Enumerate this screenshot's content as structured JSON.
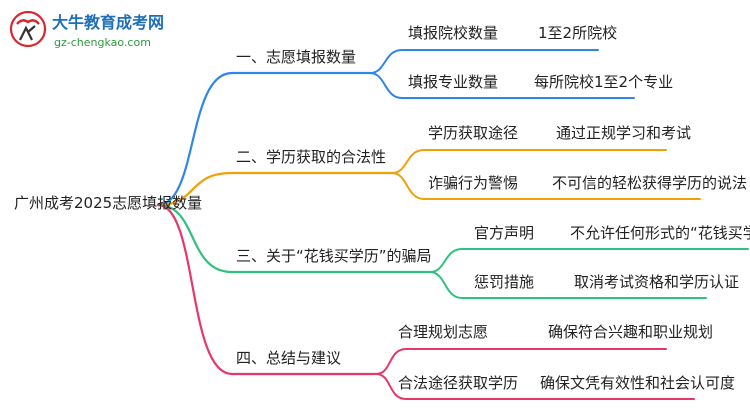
{
  "logo": {
    "title": "大牛教育成考网",
    "url": "gz-chengkao.com"
  },
  "root": "广州成考2025志愿填报数量",
  "branches": [
    {
      "title": "一、志愿填报数量",
      "color": "#2f86e8",
      "children": [
        {
          "label": "填报院校数量",
          "detail": "1至2所院校"
        },
        {
          "label": "填报专业数量",
          "detail": "每所院校1至2个专业"
        }
      ]
    },
    {
      "title": "二、学历获取的合法性",
      "color": "#f0a10a",
      "children": [
        {
          "label": "学历获取途径",
          "detail": "通过正规学习和考试"
        },
        {
          "label": "诈骗行为警惕",
          "detail": "不可信的轻松获得学历的说法"
        }
      ]
    },
    {
      "title": "三、关于“花钱买学历”的骗局",
      "color": "#2ec27e",
      "children": [
        {
          "label": "官方声明",
          "detail": "不允许任何形式的“花钱买学历”"
        },
        {
          "label": "惩罚措施",
          "detail": "取消考试资格和学历认证"
        }
      ]
    },
    {
      "title": "四、总结与建议",
      "color": "#e8366a",
      "children": [
        {
          "label": "合理规划志愿",
          "detail": "确保符合兴趣和职业规划"
        },
        {
          "label": "合法途径获取学历",
          "detail": "确保文凭有效性和社会认可度"
        }
      ]
    }
  ]
}
